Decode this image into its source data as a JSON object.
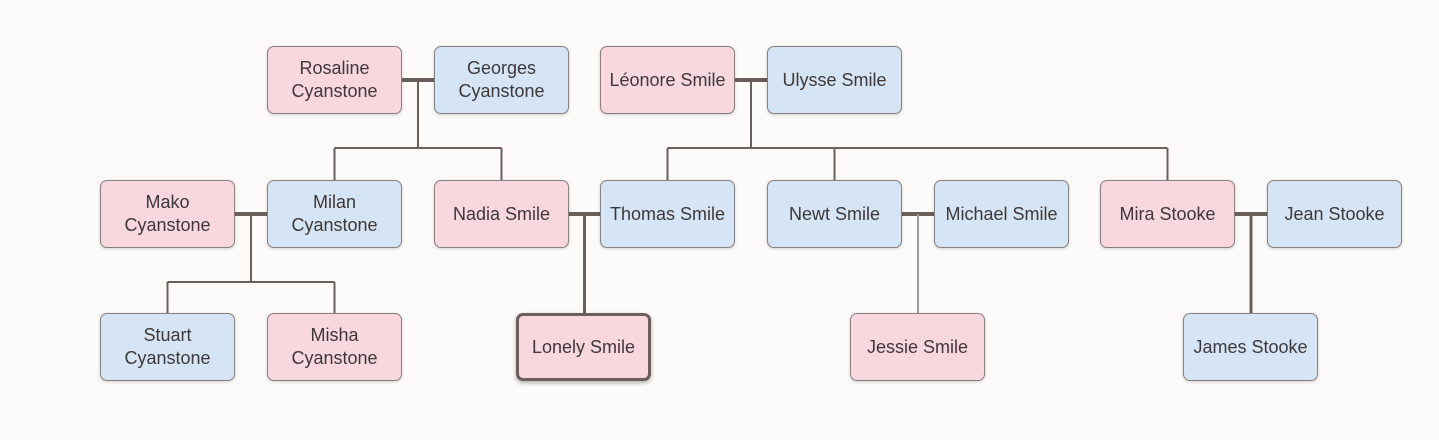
{
  "colors": {
    "female_fill": "#f8d7df",
    "male_fill": "#d5e5f5",
    "link": "#6b5f5c",
    "light_link": "#a09a98"
  },
  "people": {
    "rosaline": {
      "name": "Rosaline Cyanstone",
      "gender": "female"
    },
    "georges": {
      "name": "Georges Cyanstone",
      "gender": "male"
    },
    "leonore": {
      "name": "Léonore Smile",
      "gender": "female"
    },
    "ulysse": {
      "name": "Ulysse Smile",
      "gender": "male"
    },
    "mako": {
      "name": "Mako Cyanstone",
      "gender": "female"
    },
    "milan": {
      "name": "Milan Cyanstone",
      "gender": "male"
    },
    "nadia": {
      "name": "Nadia Smile",
      "gender": "female"
    },
    "thomas": {
      "name": "Thomas Smile",
      "gender": "male"
    },
    "newt": {
      "name": "Newt Smile",
      "gender": "male"
    },
    "michael": {
      "name": "Michael Smile",
      "gender": "male"
    },
    "mira": {
      "name": "Mira Stooke",
      "gender": "female"
    },
    "jean": {
      "name": "Jean Stooke",
      "gender": "male"
    },
    "stuart": {
      "name": "Stuart Cyanstone",
      "gender": "male"
    },
    "misha": {
      "name": "Misha Cyanstone",
      "gender": "female"
    },
    "lonely": {
      "name": "Lonely Smile",
      "gender": "female",
      "focus": true
    },
    "jessie": {
      "name": "Jessie Smile",
      "gender": "female"
    },
    "james": {
      "name": "James Stooke",
      "gender": "male"
    }
  },
  "unions": [
    {
      "partners": [
        "rosaline",
        "georges"
      ],
      "children": [
        "milan",
        "nadia"
      ]
    },
    {
      "partners": [
        "leonore",
        "ulysse"
      ],
      "children": [
        "thomas",
        "newt",
        "mira"
      ]
    },
    {
      "partners": [
        "mako",
        "milan"
      ],
      "children": [
        "stuart",
        "misha"
      ]
    },
    {
      "partners": [
        "nadia",
        "thomas"
      ],
      "children": [
        "lonely"
      ]
    },
    {
      "partners": [
        "newt",
        "michael"
      ],
      "children": [
        "jessie"
      ],
      "light": true
    },
    {
      "partners": [
        "mira",
        "jean"
      ],
      "children": [
        "james"
      ]
    }
  ]
}
